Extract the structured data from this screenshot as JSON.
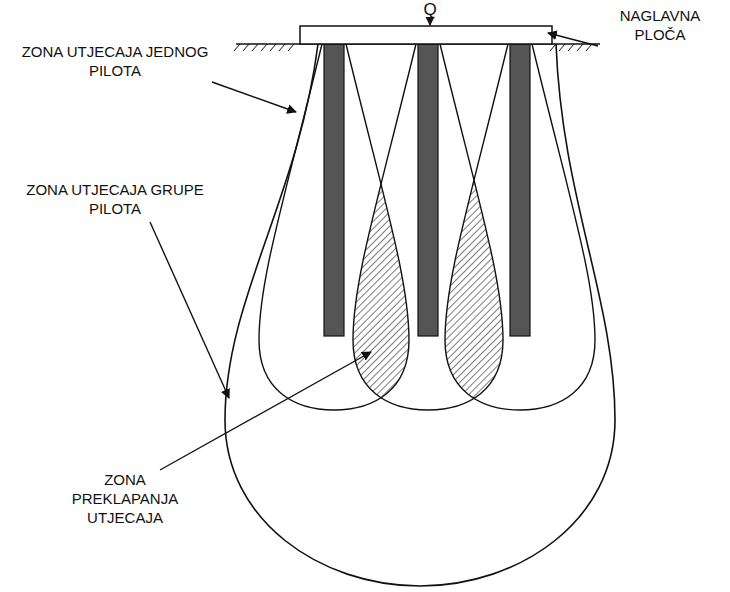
{
  "diagram": {
    "labels": [
      "Q",
      "NAGLAVNA PLOČA",
      "ZONA UTJECAJA JEDNOG PILOTA",
      "ZONA UTJECAJA GRUPE PILOTA",
      "ZONA PREKLAPANJA UTJECAJA"
    ]
  }
}
